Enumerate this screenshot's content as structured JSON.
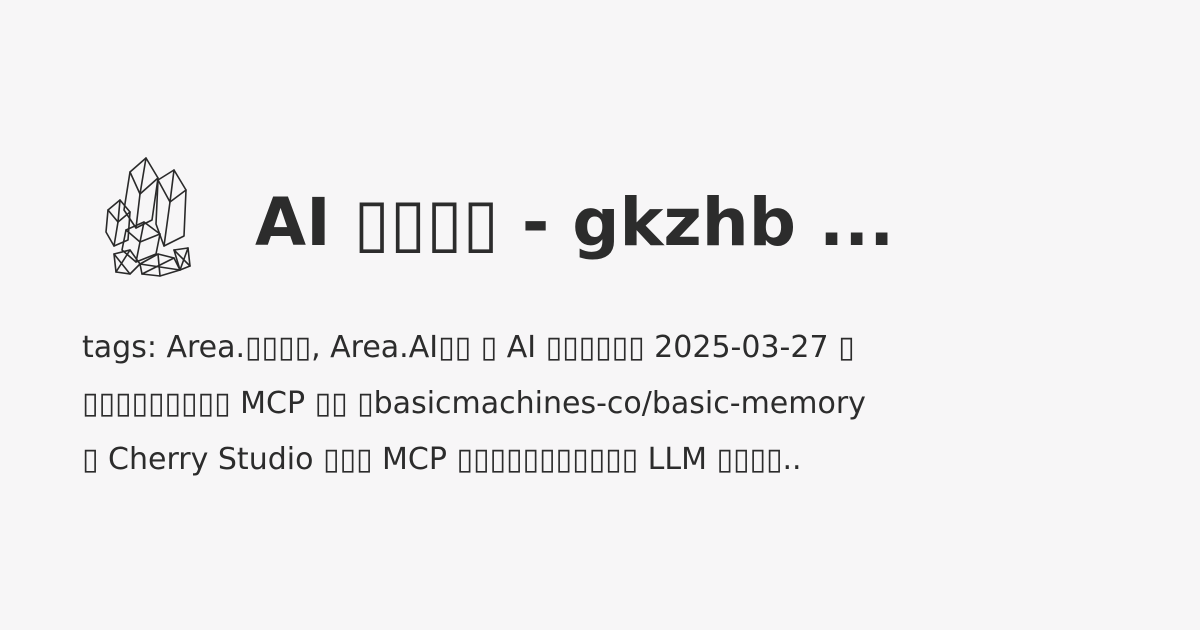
{
  "logo": {
    "icon": "crystal-cluster-icon",
    "stroke_color": "#2a2a2a"
  },
  "title": "AI ▯▯▯▯ - gkzhb ...",
  "excerpt": {
    "lines": [
      "tags: Area.▯▯▯▯, Area.AI▯▯ ▯ AI ▯▯▯▯▯▯ 2025-03-27 ▯",
      "▯▯▯▯▯▯▯▯▯ MCP ▯▯ ▯basicmachines-co/basic-memory",
      "▯ Cherry Studio ▯▯▯ MCP ▯▯▯▯▯▯▯▯▯▯▯ LLM ▯▯▯▯.."
    ]
  },
  "colors": {
    "background": "#f7f6f7",
    "text": "#2c2c2c"
  }
}
